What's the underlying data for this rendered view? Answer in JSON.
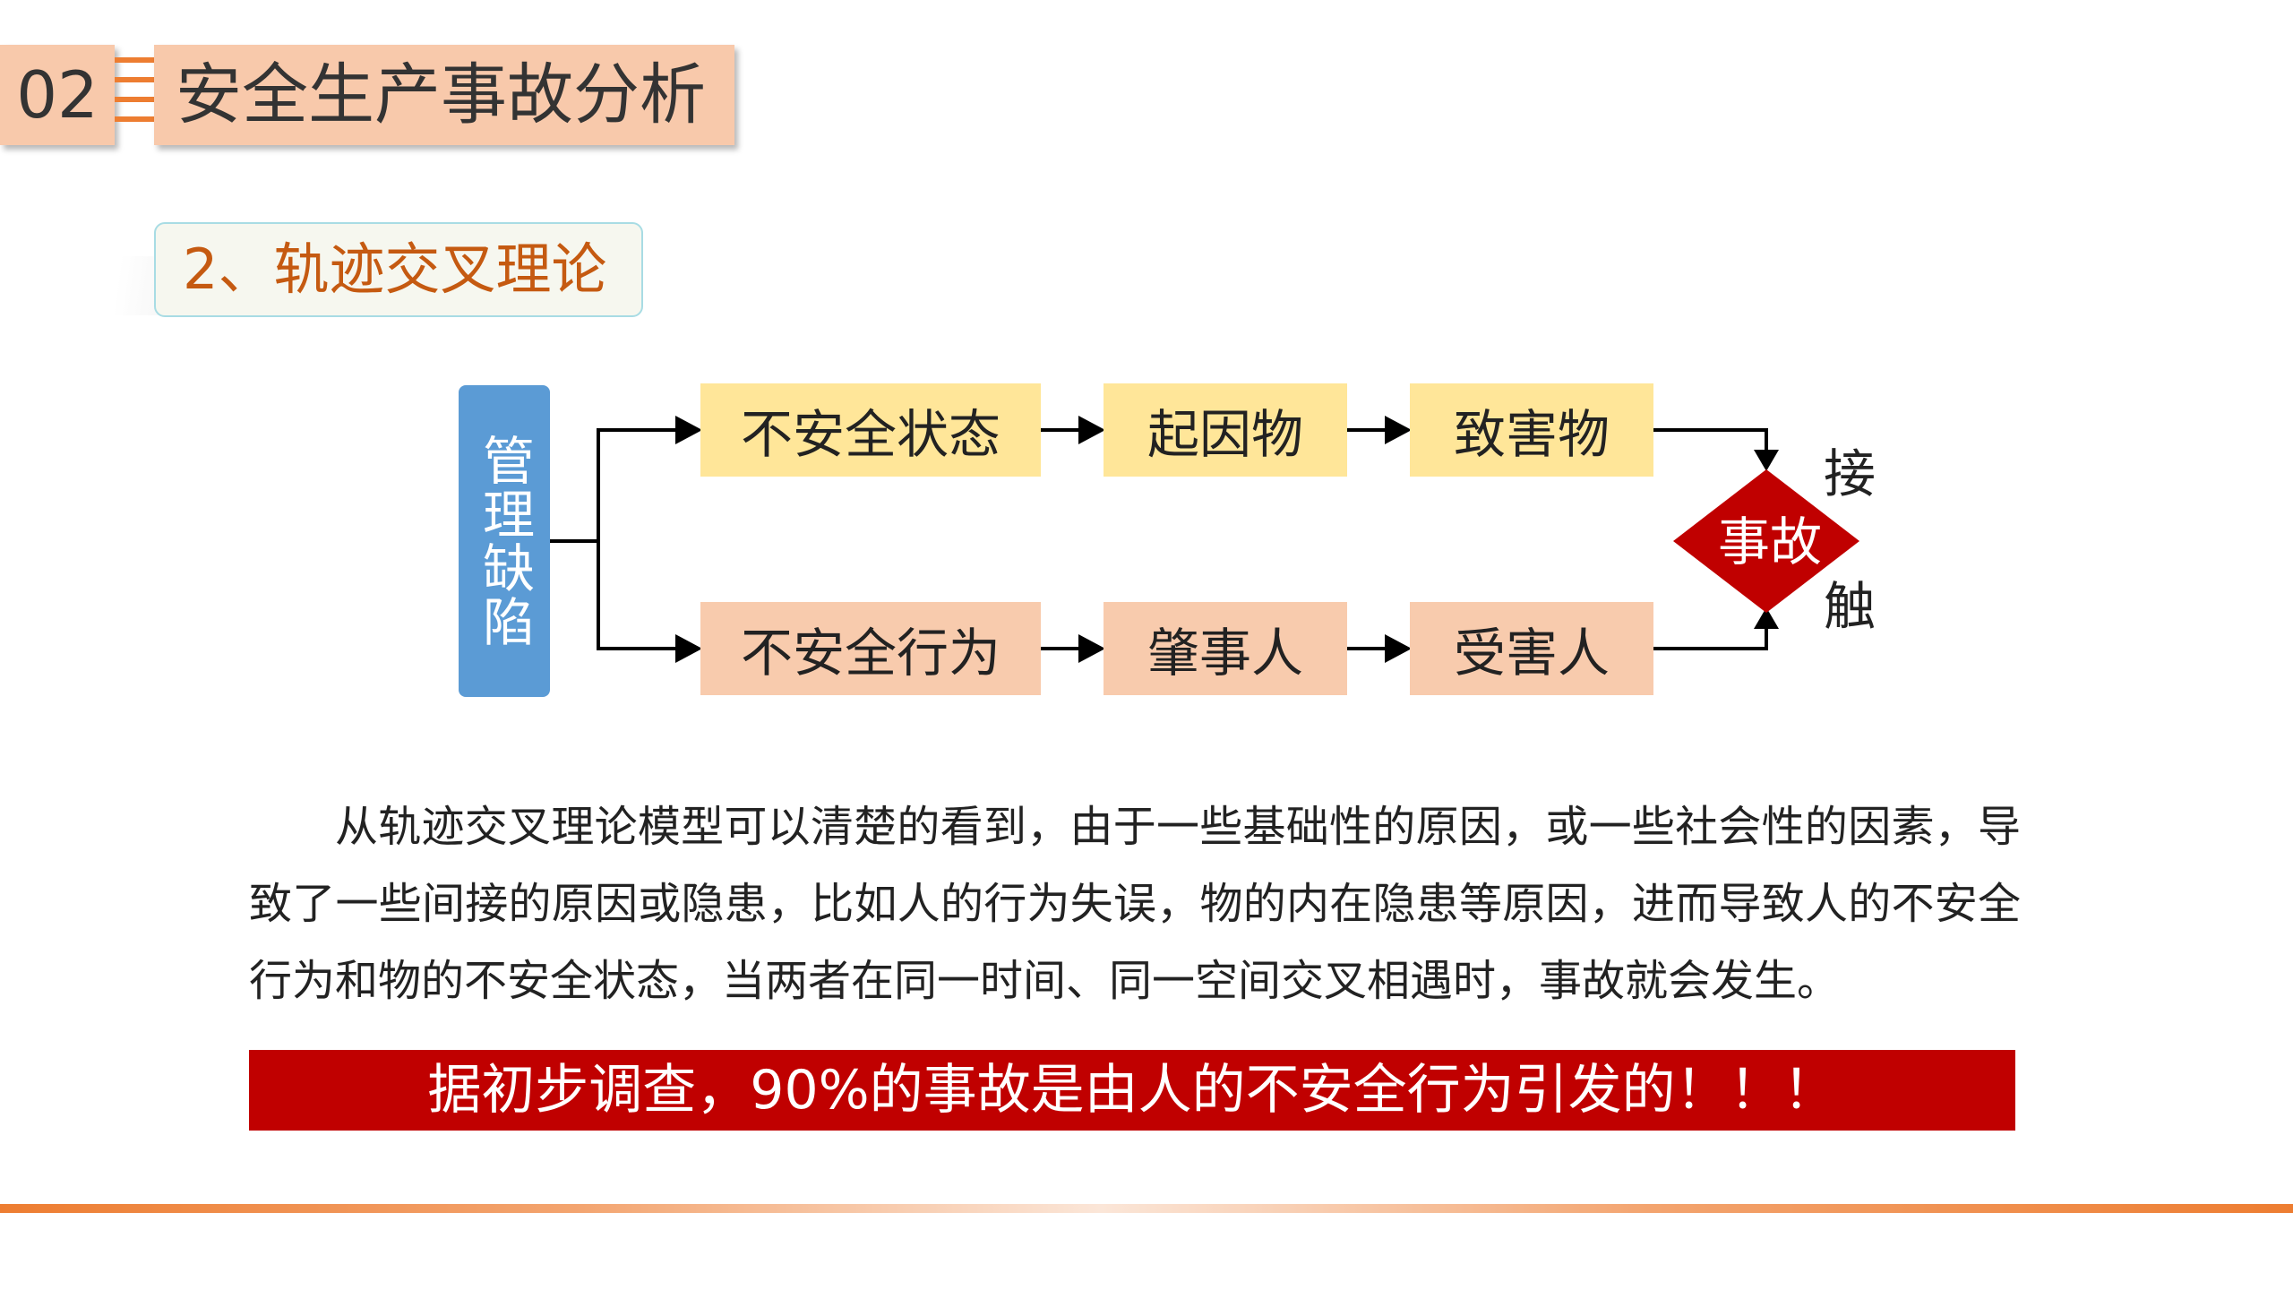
{
  "header": {
    "section_number": "02",
    "title": "安全生产事故分析"
  },
  "subtitle": "2、轨迹交叉理论",
  "diagram": {
    "root": "管理缺陷",
    "top_chain": [
      "不安全状态",
      "起因物",
      "致害物"
    ],
    "bottom_chain": [
      "不安全行为",
      "肇事人",
      "受害人"
    ],
    "accident": "事故",
    "contact_top": "接",
    "contact_bottom": "触"
  },
  "paragraph": "从轨迹交叉理论模型可以清楚的看到，由于一些基础性的原因，或一些社会性的因素，导致了一些间接的原因或隐患，比如人的行为失误，物的内在隐患等原因，进而导致人的不安全行为和物的不安全状态，当两者在同一时间、同一空间交叉相遇时，事故就会发生。",
  "banner": "据初步调查，90%的事故是由人的不安全行为引发的！！！",
  "colors": {
    "accent_orange": "#ed7d31",
    "header_fill": "#f8c9ab",
    "root_blue": "#5b9bd5",
    "state_yellow": "#ffe699",
    "behavior_peach": "#f8cbad",
    "accident_red": "#c00000"
  }
}
